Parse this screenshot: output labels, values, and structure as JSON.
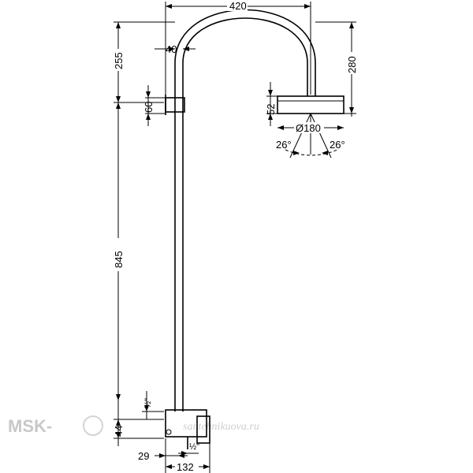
{
  "dimensions": {
    "width_top": "420",
    "height_arc": "255",
    "offset_40": "40",
    "height_280": "280",
    "mount_60": "60",
    "head_52": "52",
    "diameter": "Ø180",
    "angle_left": "26°",
    "angle_right": "26°",
    "height_845": "845",
    "pipe_half_top": "½\"",
    "pipe_half_bottom": "½\"",
    "height_44": "44",
    "width_29": "29",
    "width_132": "132"
  },
  "watermark": {
    "brand": "MSK-",
    "site": "santehnikuova.ru"
  }
}
